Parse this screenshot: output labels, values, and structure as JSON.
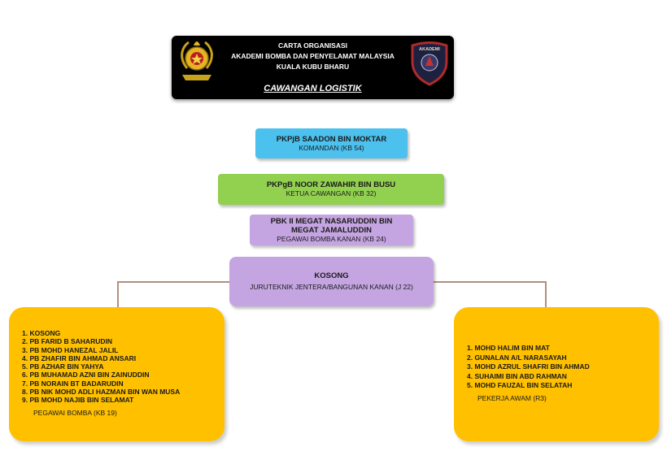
{
  "header": {
    "line1": "CARTA ORGANISASI",
    "line2": "AKADEMI BOMBA DAN PENYELAMAT MALAYSIA",
    "line3": "KUALA KUBU BHARU",
    "subtitle": "CAWANGAN  LOGISTIK",
    "right_logo_text": "AKADEMI"
  },
  "nodes": {
    "commandant": {
      "name": "PKPjB  SAADON BIN MOKTAR",
      "role": "KOMANDAN (KB 54)",
      "color": "#4cc1ee"
    },
    "branch_head": {
      "name": "PKPgB NOOR ZAWAHIR BIN BUSU",
      "role": "KETUA CAWANGAN (KB 32)",
      "color": "#92d050"
    },
    "senior_officer": {
      "name_line1": "PBK II MEGAT NASARUDDIN BIN",
      "name_line2": "MEGAT JAMALUDDIN",
      "role": "PEGAWAI BOMBA KANAN (KB 24)",
      "color": "#c5a5e1"
    },
    "technician": {
      "name": "KOSONG",
      "role": "JURUTEKNIK JENTERA/BANGUNAN KANAN (J 22)",
      "color": "#c5a5e1"
    }
  },
  "left_panel": {
    "items": [
      "1. KOSONG",
      "2. PB FARID B SAHARUDIN",
      "3. PB MOHD HANEZAL JALIL",
      "4. PB ZHAFIR BIN AHMAD ANSARI",
      "5. PB AZHAR BIN YAHYA",
      "6. PB MUHAMAD AZNI BIN ZAINUDDIN",
      "7. PB NORAIN BT BADARUDIN",
      "8. PB NIK MOHD ADLI HAZMAN BIN WAN MUSA",
      "9. PB MOHD NAJIB BIN SELAMAT"
    ],
    "position": "PEGAWAI BOMBA (KB 19)",
    "color": "#ffc000"
  },
  "right_panel": {
    "items": [
      "1. MOHD HALIM BIN MAT",
      "2. GUNALAN A/L NARASAYAH",
      "3. MOHD AZRUL SHAFRI BIN AHMAD",
      "4. SUHAIMI BIN ABD RAHMAN",
      "5. MOHD FAUZAL BIN SELATAH"
    ],
    "position": "PEKERJA AWAM (R3)",
    "color": "#ffc000"
  }
}
